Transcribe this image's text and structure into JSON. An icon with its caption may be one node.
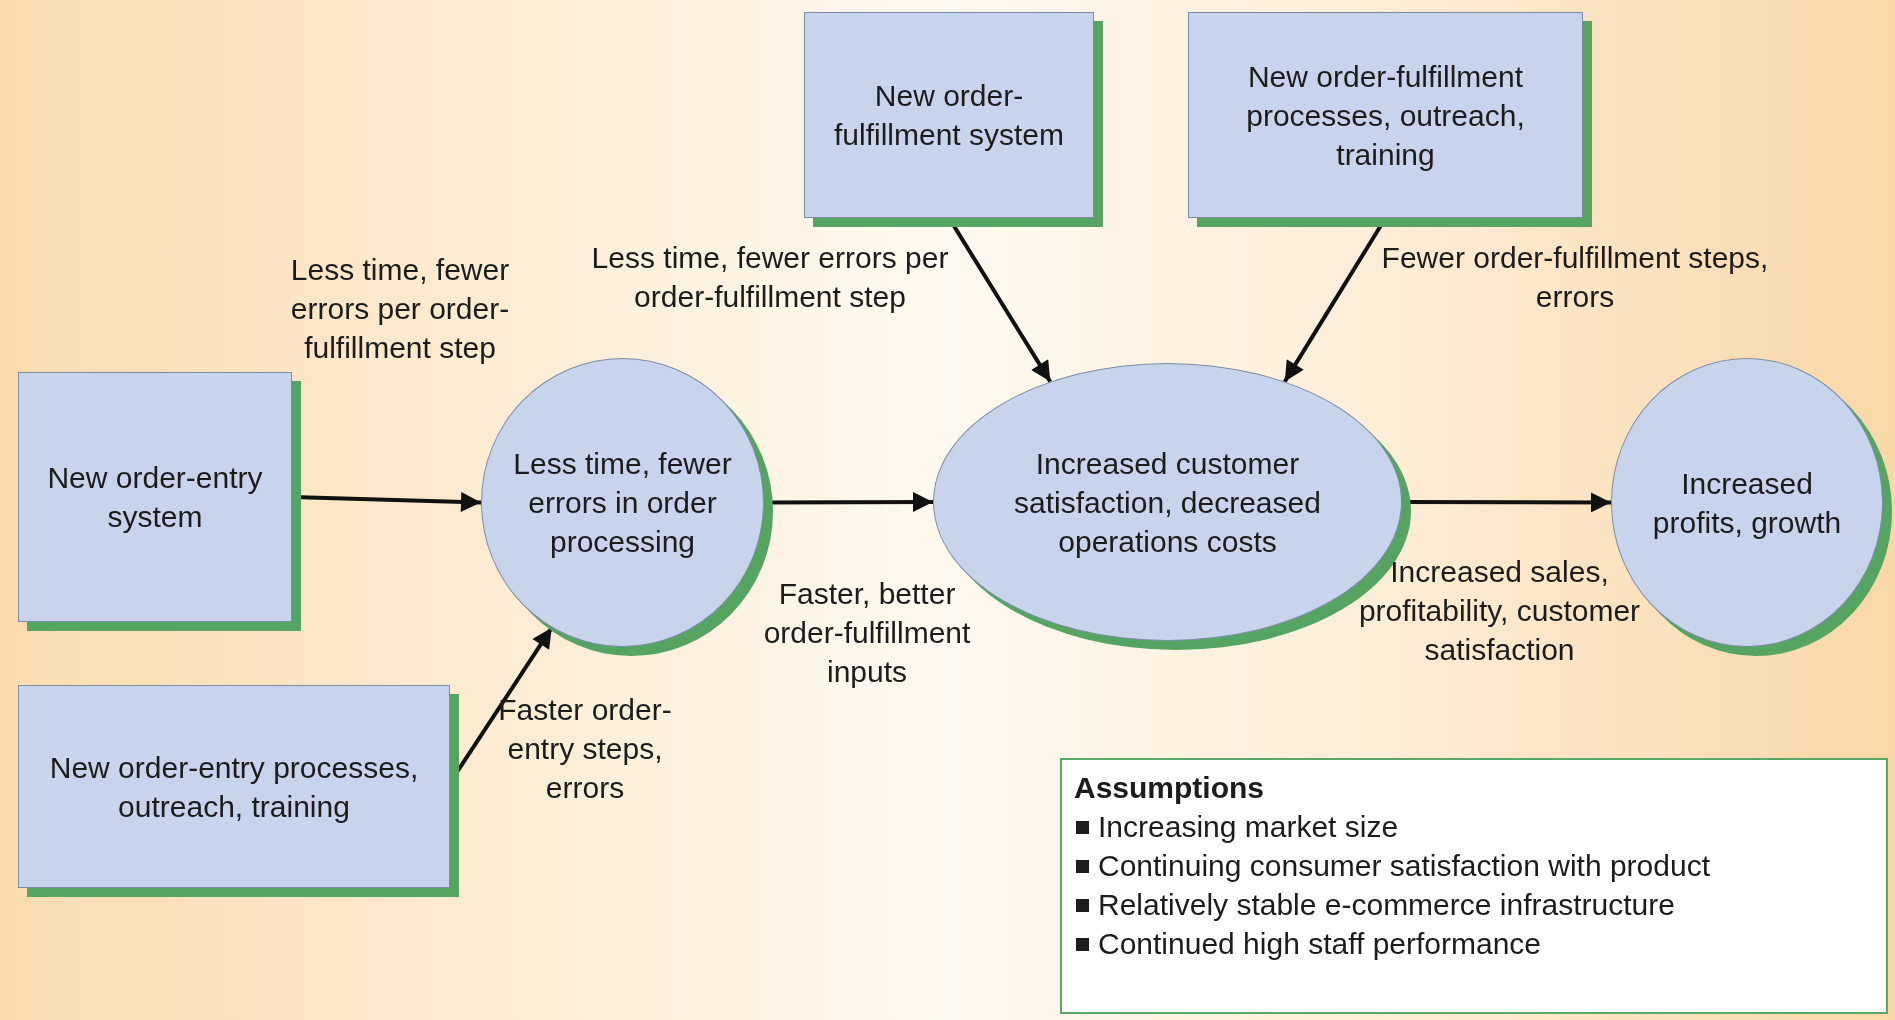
{
  "diagram": {
    "nodes": [
      {
        "text": [
          "New order-entry system"
        ]
      },
      {
        "text": [
          "New order-entry processes, outreach, training"
        ]
      },
      {
        "text": [
          "Less time, fewer errors in order processing"
        ]
      },
      {
        "text": [
          "New order-fulfillment system"
        ]
      },
      {
        "text": [
          "New order-fulfillment processes, outreach, training"
        ]
      },
      {
        "text": [
          "Increased customer satisfaction, decreased operations costs"
        ]
      },
      {
        "text": [
          "Increased profits, growth"
        ]
      },
      {
        "text": [
          "Assumptions",
          "Increasing market size",
          "Continuing consumer satisfaction with product",
          "Relatively stable e-commerce infrastructure",
          "Continued high staff performance"
        ]
      }
    ],
    "edges": [
      {
        "from": 0,
        "to": 2,
        "arrow": "to",
        "label": "Less time, fewer errors per order-fulfillment step"
      },
      {
        "from": 1,
        "to": 2,
        "arrow": "to",
        "label": "Faster order-entry steps, errors"
      },
      {
        "from": 2,
        "to": 5,
        "arrow": "to",
        "label": "Faster, better order-fulfillment inputs"
      },
      {
        "from": 3,
        "to": 5,
        "arrow": "to",
        "label": "Less time, fewer errors per order-fulfillment step"
      },
      {
        "from": 4,
        "to": 5,
        "arrow": "to",
        "label": "Fewer order-fulfillment steps, errors"
      },
      {
        "from": 5,
        "to": 6,
        "arrow": "to",
        "label": "Increased sales, profitability, customer satisfaction"
      }
    ]
  }
}
